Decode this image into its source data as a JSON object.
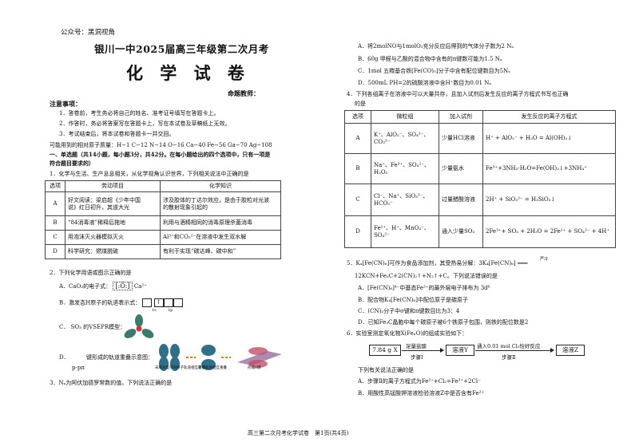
{
  "watermark": "公众号：黑洞视角",
  "header": {
    "school": "银川一中2025届高三年级第二次月考",
    "title": "化 学 试 卷",
    "author_label": "命题教师："
  },
  "notice": {
    "heading": "注意事项：",
    "items": [
      "1．答卷前，考生务必将自己的姓名、准考证号填写在答题卡上。",
      "2．作答时，务必将答案写在答题卡上，写在本试卷及草稿纸上无效。",
      "3．考试结束后，将本试卷和答题卡一并交回。"
    ]
  },
  "atomic_masses": "可能用到的相对原子质量：H−1 C−12 N−14 O−16 Ca−40 Fe−56 Ga−70 Ag−108",
  "section1": {
    "line1": "一、单选题（共14小题，每小题3分，共42分。在每小题给出的四个选项中，只有一项是",
    "line2": "符合题目要求的）"
  },
  "q1": {
    "stem": "1．化学与生活、生产息息相关，从化学视角认识世界，下列相关说法中正确的是",
    "headers": [
      "选项",
      "劳动项目",
      "化学知识"
    ],
    "rows": [
      {
        "opt": "A",
        "item": [
          "好文阅读：梁启超《少年中国",
          "说》红日初升，其道大光"
        ],
        "know": [
          "涉及胶体的丁达尔效应，是由于胶粒对光波",
          "的散射现象引起的"
        ]
      },
      {
        "opt": "B",
        "item": [
          "“84消毒液”稀释后拖地"
        ],
        "know": [
          "利用与酒精相同的消毒原理杀菌消毒"
        ]
      },
      {
        "opt": "C",
        "item": [
          "用泡沫灭火器模拟灭火"
        ],
        "know": [
          "Al³⁺和CO₃²⁻在溶液中发生双水解"
        ]
      },
      {
        "opt": "D",
        "item": [
          "科学研究：燃煤脱硫"
        ],
        "know": [
          "有利于实现“碳达峰、碳中和”"
        ]
      }
    ]
  },
  "q2": {
    "stem": "2．下列化学用语或图示正确的是",
    "a_label": "A．CaO₂的电子式：",
    "a_lewis": "[:Ö:]",
    "a_ca": "Ca²⁺",
    "a_lewis2": "[:Ö:]",
    "b_label": "B．激发态H原子的轨道表示式：",
    "b_orb_labels": [
      "1s",
      "2p"
    ],
    "c_label": "C．",
    "c_formula": "SO₃",
    "c_text": "的VSEPR模型：",
    "d_label": "D．",
    "d_text": "键形成的轨道重叠示意图：",
    "d_sub": "p-pπ",
    "d_cap1": "未成对电子的原子轨道相互靠拢",
    "d_cap2": "原子轨道相互重叠",
    "d_cap3": "形成π键"
  },
  "q3": {
    "stem": "3．Nₐ为阿伏加德罗常数的值。下列说法正确的是"
  },
  "q3_options": [
    "A．将2molNO与1molO₂充分反应后得到的气体分子数为2 Nₐ",
    "B．60g 甲醛与乙酸的混合物中含有的π键数可能为1.5 Nₐ",
    "C．1mol 五羰基合铁[Fe(CO)₅]分子中含有配位键数目为5Nₐ",
    "D．500mL PH=2的硫酸溶液中含H⁺数目为0.01 Nₐ"
  ],
  "q4": {
    "stem1": "4．下列各组离子在溶液中可以大量共存，且加入试剂后发生反应的离子方程式书写也正确",
    "stem2": "的是",
    "headers": [
      "选项",
      "微粒组",
      "加入试剂",
      "发生反应的离子方程式"
    ],
    "rows": [
      {
        "opt": "A",
        "ions": [
          "K⁺、AlO₂⁻、SO₄²⁻、",
          "CO₃²⁻"
        ],
        "reagent": "少量HCl溶液",
        "eq": "H⁺ + AlO₂⁻ + H₂O = Al(OH)₃↓"
      },
      {
        "opt": "B",
        "ions": [
          "Na⁺、Fe³⁺、SO₄²⁻、",
          "H₂O₂"
        ],
        "reagent": "少量氨水",
        "eq": "Fe³⁺+3NH₃·H₂O=Fe(OH)₃↓+3NH₄⁺"
      },
      {
        "opt": "C",
        "ions": [
          "Cl⁻、Na⁺、SiO₃²⁻、",
          "HCO₃⁻"
        ],
        "reagent": "过量醋酸溶液",
        "eq": "2H⁺ + SiO₃²⁻ = H₂SiO₃↓"
      },
      {
        "opt": "D",
        "ions": [
          "Fe²⁺、H⁺、MnO₄⁻、",
          "SO₄²⁻"
        ],
        "reagent": "通入少量SO₂",
        "eq": "2Fe³⁺+ SO₂ + 2H₂O = 2Fe²⁺ + SO₄²⁻ + 4H⁺"
      }
    ]
  },
  "q5": {
    "stem": "5．K₄[Fe(CN)₆]可作为食品添加剂，其受热易分解：3K₄[Fe(CN)₆] ═══",
    "cond": "严冷",
    "equation": "12KCN+Fe₃C+2(CN)₂↑+N₂↑+C。下列说法错误的是",
    "options": [
      "A．[Fe(CN)₆]⁴⁻中基态Fe²⁺的最外层电子排布为 3d⁶",
      "B．配合物K₄[Fe(CN)₆]中配位原子是碳原子",
      "C．(CN)₂分子中σ键和π键数目比为3：4",
      "D．已知Fe₃C晶胞中每个碳原子被6个铁原子包围，则铁的配位数是2"
    ]
  },
  "q6": {
    "stem": "6．实验室测定氧化物X(FeₓO)的组成实验如下：",
    "box1": "7.84 g X",
    "arrow1_top": "足量盐酸",
    "arrow1_bottom": "步骤Ⅰ",
    "box2": "溶液Y",
    "arrow2_top": "通入0.01 mol Cl₂恰好反应",
    "arrow2_bottom": "步骤Ⅱ",
    "box3": "溶液Z",
    "after": "下列有关说法正确的是",
    "options": [
      "A．步骤Ⅱ的离子方程式为Fe²⁺+Cl₂=Fe³⁺+2Cl⁻",
      "B．用酸性高锰酸钾溶液检验溶液Z中是否含有Fe²⁺"
    ]
  },
  "footer": "高三第二次月考化学试卷　第1页(共4页)"
}
